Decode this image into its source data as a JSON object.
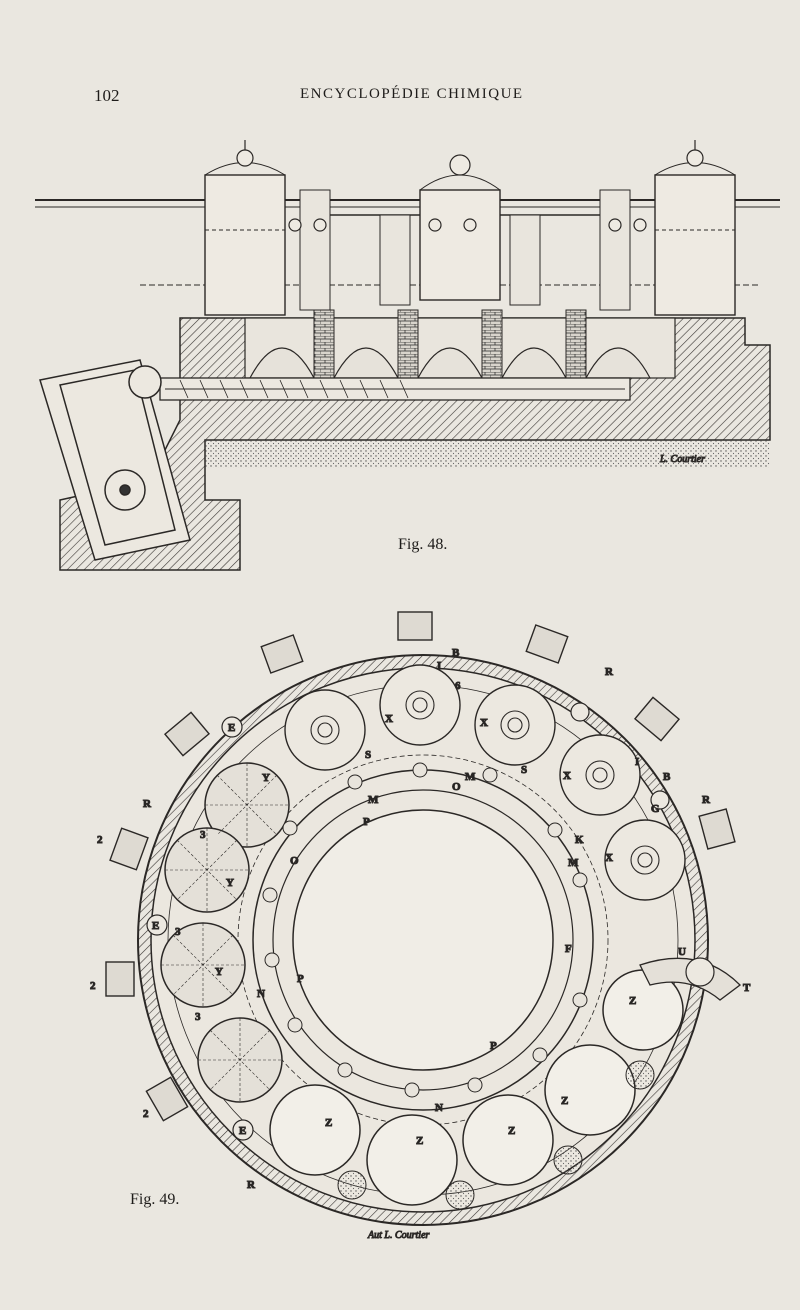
{
  "header": {
    "page_number": "102",
    "running_title": "ENCYCLOPÉDIE CHIMIQUE"
  },
  "figures": [
    {
      "caption": "Fig. 48.",
      "engraver_signature": "L. Courtier"
    },
    {
      "caption": "Fig. 49.",
      "engraver_signature": "Aut L. Courtier",
      "labels": [
        "R",
        "R",
        "R",
        "R",
        "2",
        "2",
        "2",
        "3",
        "3",
        "3",
        "Y",
        "Y",
        "Y",
        "E",
        "E",
        "E",
        "X",
        "X",
        "X",
        "X",
        "I",
        "I",
        "B",
        "B",
        "G",
        "S",
        "S",
        "M",
        "M",
        "M",
        "O",
        "O",
        "N",
        "N",
        "P",
        "P",
        "P",
        "K",
        "F",
        "U",
        "T",
        "Z",
        "Z",
        "Z",
        "Z",
        "Z",
        "6"
      ]
    }
  ]
}
